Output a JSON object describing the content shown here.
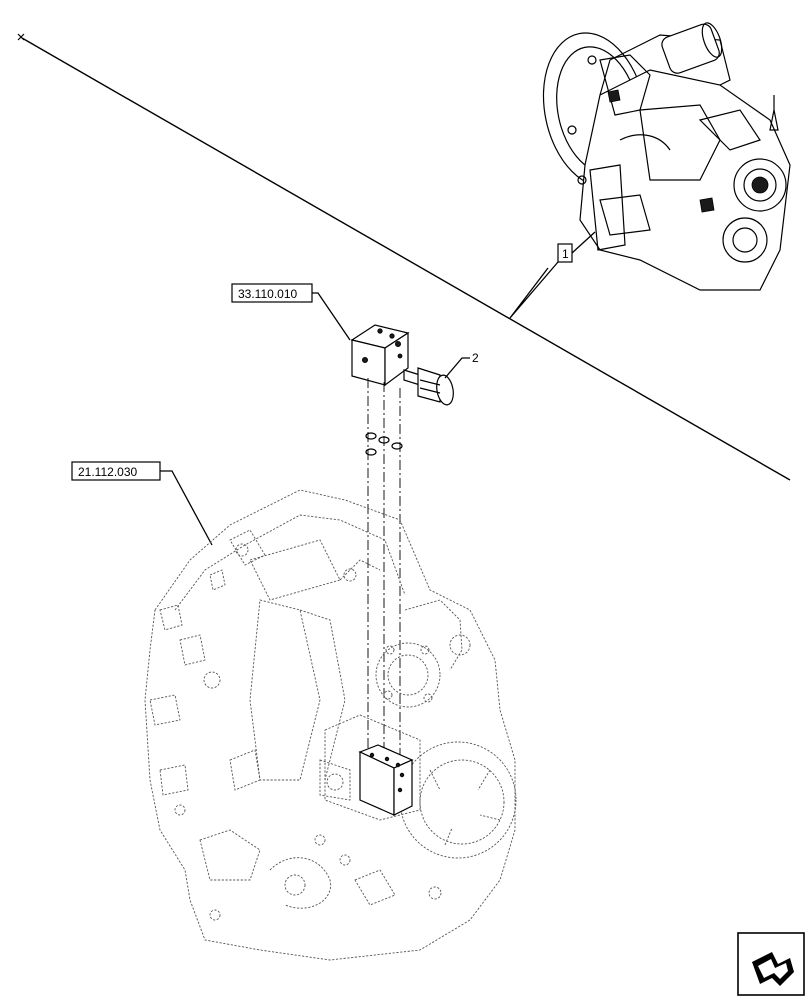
{
  "callouts": {
    "ref_valve_block": "33.110.010",
    "ref_housing": "21.112.030",
    "item_fitting": "2",
    "item_assembly": "1"
  },
  "colors": {
    "line": "#000000",
    "ghost_line": "#555555",
    "background": "#ffffff"
  },
  "icons": {
    "navigation": "next-page-arrow-icon"
  }
}
